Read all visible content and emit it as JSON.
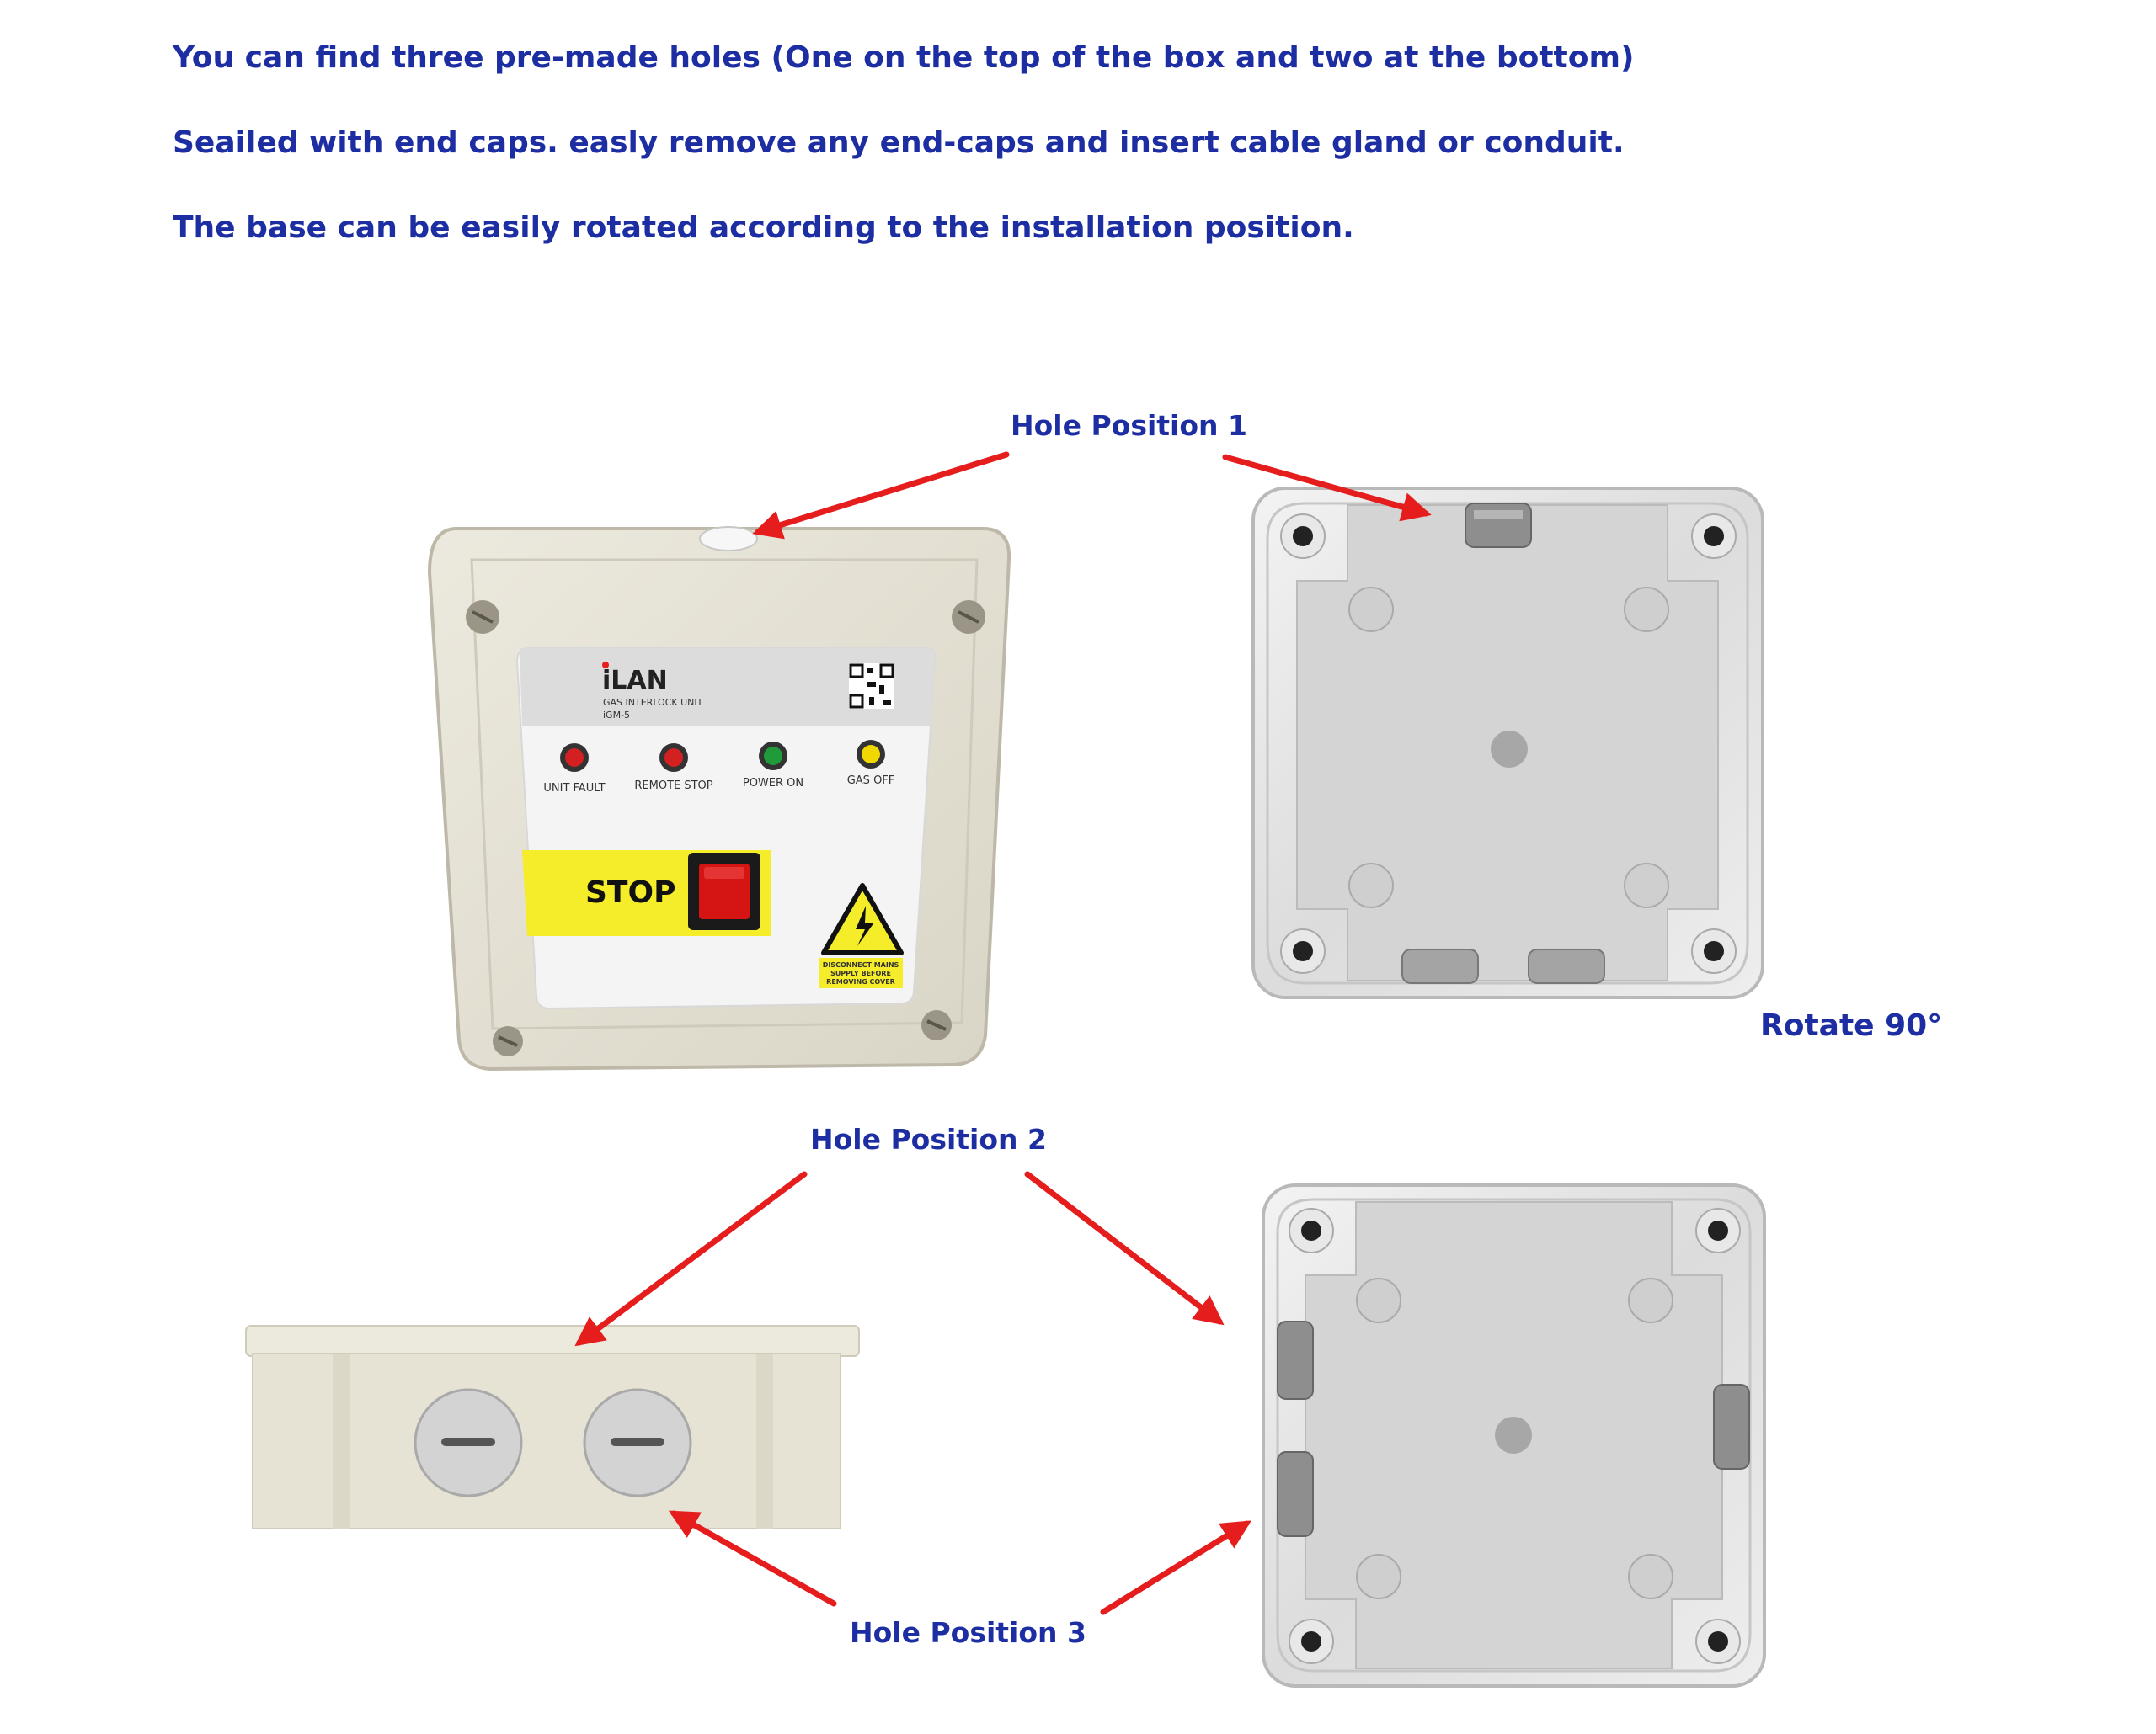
{
  "intro": {
    "line1": "You can find three pre-made holes (One on the top of the box and two at the bottom)",
    "line2": "Seailed with end caps. easly remove any end-caps and insert cable gland or conduit.",
    "line3": "The base can be easily rotated according to the installation position."
  },
  "callouts": {
    "hole1": "Hole Position 1",
    "hole2": "Hole Position 2",
    "hole3": "Hole Position 3",
    "rotate": "Rotate 90°"
  },
  "front_panel": {
    "brand": "iLAN",
    "product": "GAS INTERLOCK UNIT",
    "model": "iGM-5",
    "indicators": [
      {
        "label": "UNIT FAULT",
        "color": "#d32020"
      },
      {
        "label": "REMOTE STOP",
        "color": "#d32020"
      },
      {
        "label": "POWER ON",
        "color": "#1f9b3a"
      },
      {
        "label": "GAS OFF",
        "color": "#f0d800"
      }
    ],
    "stop_label": "STOP",
    "warning_lines": [
      "DISCONNECT MAINS",
      "SUPPLY BEFORE",
      "REMOVING COVER"
    ]
  },
  "colors": {
    "text_blue": "#1d2ea3",
    "arrow_red": "#e51d1d",
    "enclosure": "#e4e0d3",
    "panel_yellow": "#f5ec2a"
  }
}
